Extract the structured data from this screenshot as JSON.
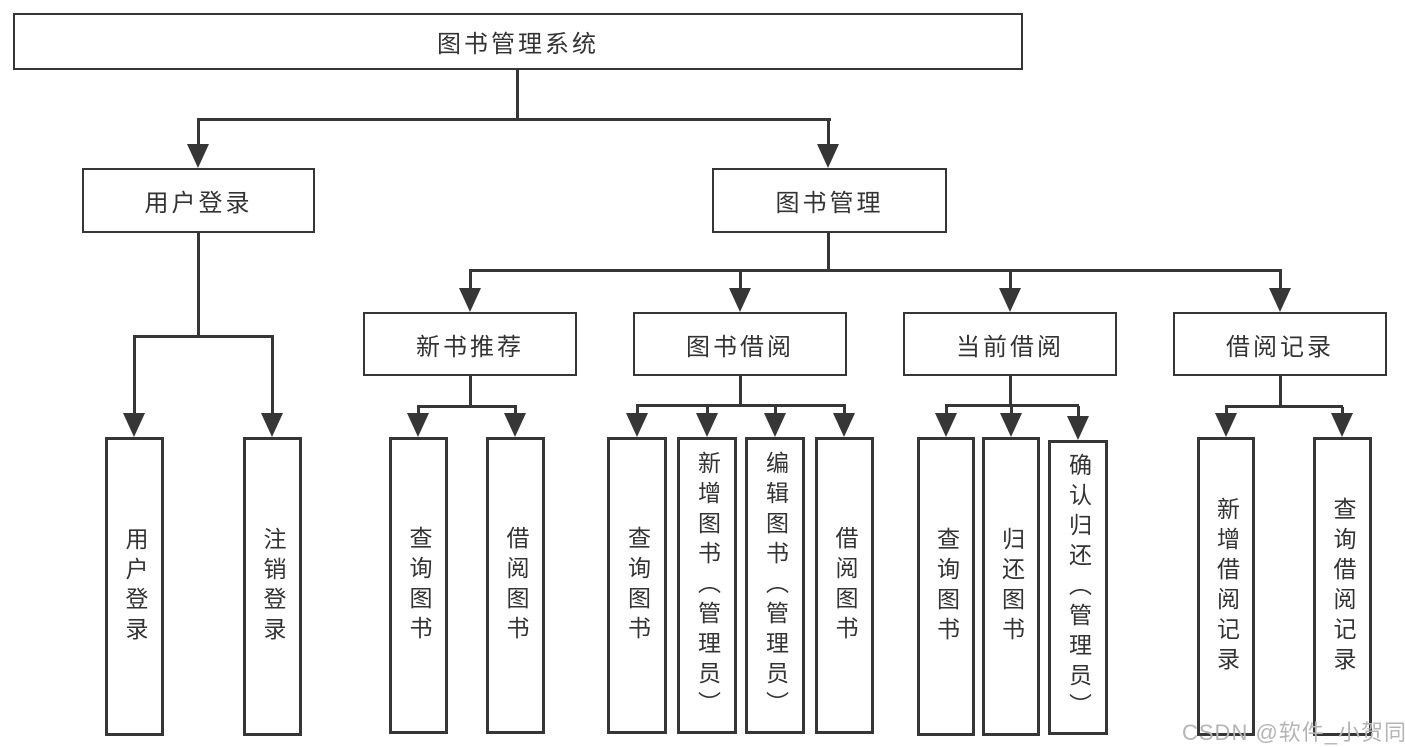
{
  "nodes": {
    "root": "图书管理系统",
    "user_login": "用户登录",
    "book_management": "图书管理",
    "new_book_recommend": "新书推荐",
    "book_borrowing": "图书借阅",
    "current_borrowing": "当前借阅",
    "borrowing_records": "借阅记录",
    "leaf_user_login": "用户登录",
    "leaf_logout": "注销登录",
    "leaf_nbr_query_books": "查询图书",
    "leaf_nbr_borrow_books": "借阅图书",
    "leaf_bb_query_books": "查询图书",
    "leaf_bb_add_books": "新增图书（管理员）",
    "leaf_bb_edit_books": "编辑图书（管理员）",
    "leaf_bb_borrow_books": "借阅图书",
    "leaf_cb_query_books": "查询图书",
    "leaf_cb_return_books": "归还图书",
    "leaf_cb_confirm_return": "确认归还（管理员）",
    "leaf_br_add_record": "新增借阅记录",
    "leaf_br_query_record": "查询借阅记录"
  },
  "watermark": "CSDN @软件_小贺同学",
  "colors": {
    "stroke": "#363636",
    "text": "#333333",
    "watermark_text": "#b5b5b5",
    "background": "#ffffff"
  }
}
